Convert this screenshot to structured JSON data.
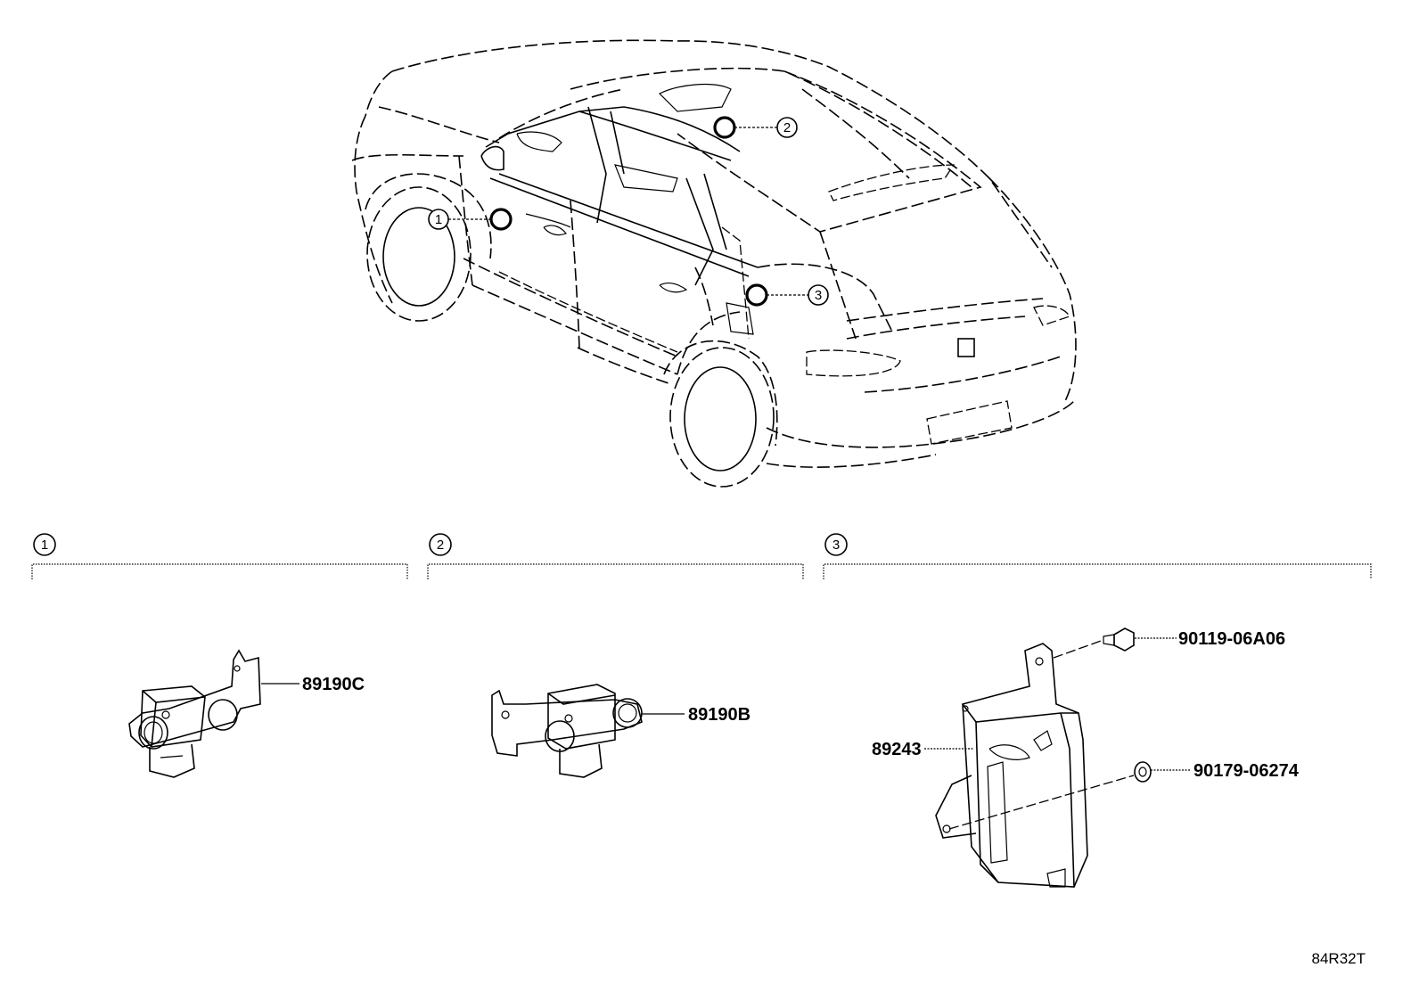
{
  "locations": [
    {
      "id": "loc1",
      "number": "1"
    },
    {
      "id": "loc2",
      "number": "2"
    },
    {
      "id": "loc3",
      "number": "3"
    }
  ],
  "sections": [
    {
      "number": "1"
    },
    {
      "number": "2"
    },
    {
      "number": "3"
    }
  ],
  "parts": {
    "sensor_front": "89190C",
    "sensor_center": "89190B",
    "ecu": "89243",
    "bolt": "90119-06A06",
    "nut": "90179-06274"
  },
  "illustration_code": "84R32T"
}
